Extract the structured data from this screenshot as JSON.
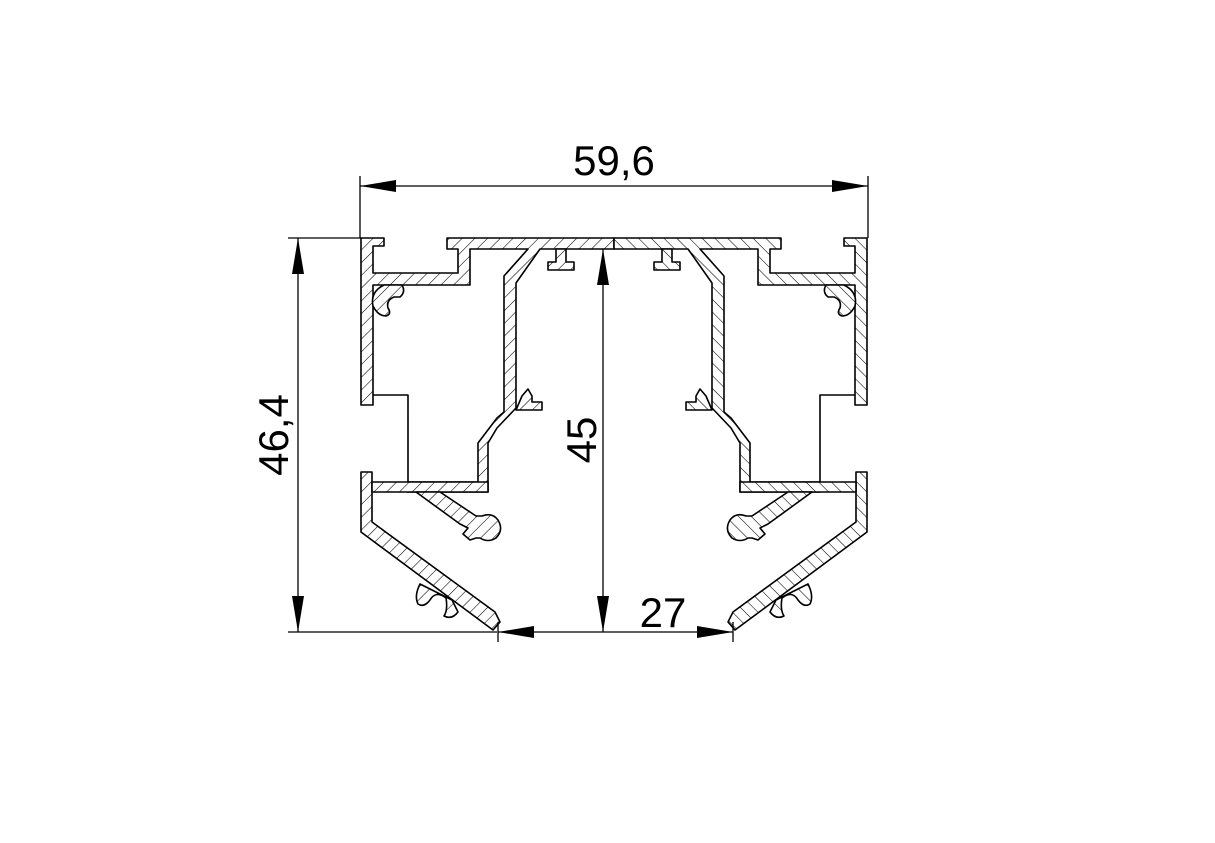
{
  "drawing": {
    "type": "aluminium profile cross-section",
    "dimensions": {
      "overall_width": "59,6",
      "overall_height": "46,4",
      "inner_height": "45",
      "opening_width": "27"
    },
    "colors": {
      "line": "#000000",
      "background": "#ffffff"
    }
  }
}
